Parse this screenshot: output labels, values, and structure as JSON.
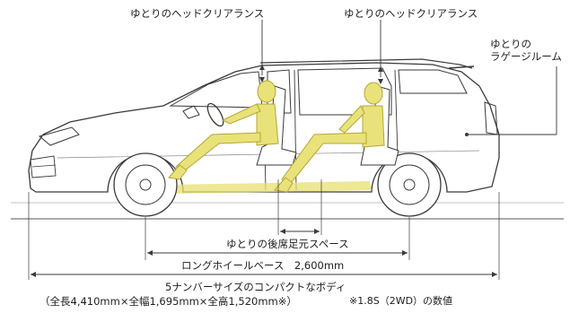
{
  "labels": {
    "headroom_front": "ゆとりのヘッドクリアランス",
    "headroom_rear": "ゆとりのヘッドクリアランス",
    "luggage_line1": "ゆとりの",
    "luggage_line2": "ラゲージルーム",
    "rear_legroom": "ゆとりの後席足元スペース",
    "wheelbase": "ロングホイールベース　2,600mm",
    "body_line1": "5ナンバーサイズのコンパクトなボディ",
    "body_line2": "（全長4,410mm×全幅1,695mm×全高1,520mm※）",
    "body_note": "※1.8S（2WD）の数値"
  },
  "colors": {
    "line": "#3a3a3a",
    "occupant_fill": "#e9e27a",
    "occupant_stroke": "#b3a832",
    "floor_highlight": "#e8e070"
  }
}
